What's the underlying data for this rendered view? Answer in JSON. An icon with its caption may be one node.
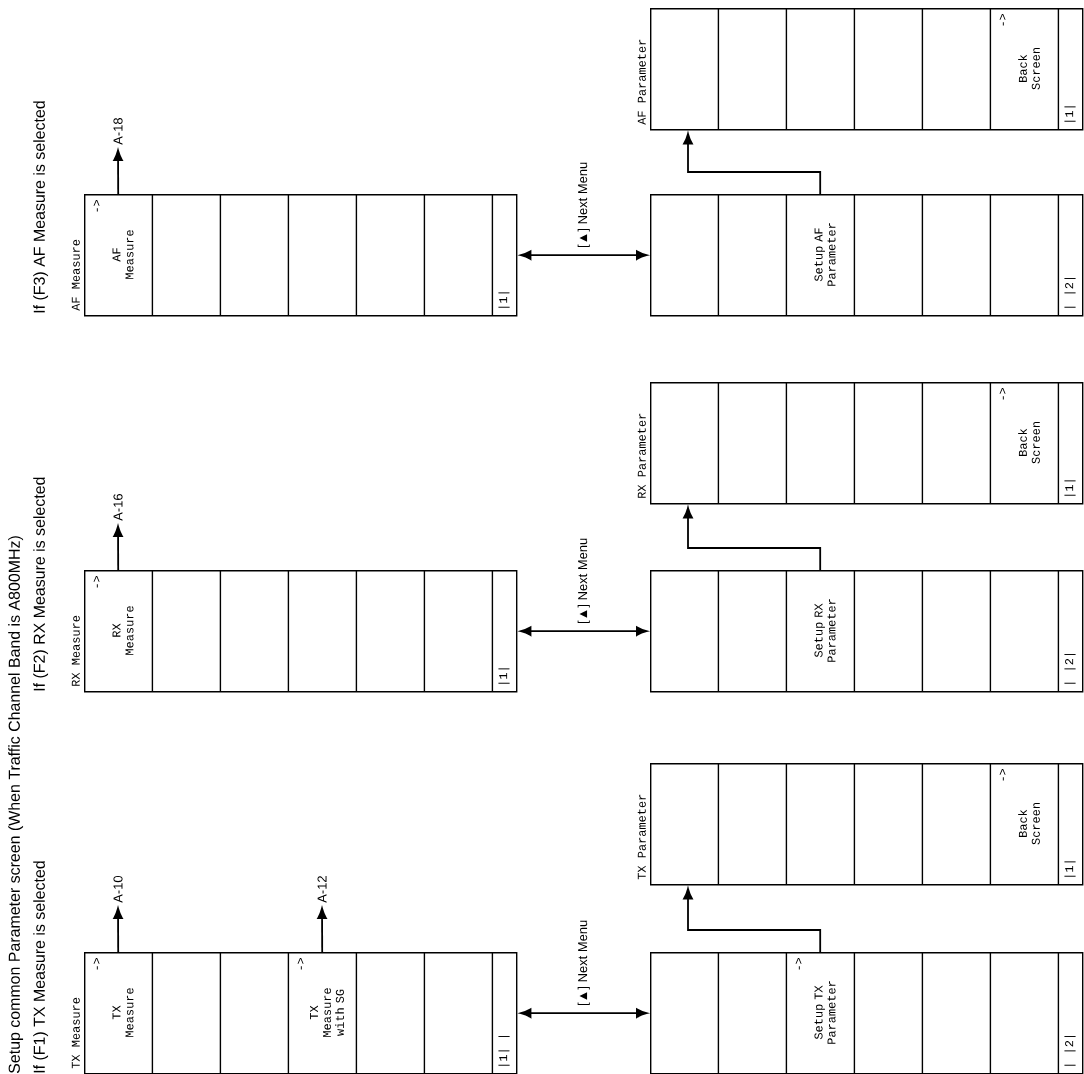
{
  "diagram": {
    "title": "Setup common Parameter screen (When Traffic Channel Band is A800MHz)",
    "nodes": [
      {
        "text": [
          "TX Measure"
        ]
      },
      {
        "text": [
          "->",
          "TX Measure"
        ],
        "in": 0
      },
      {
        "text": [],
        "shape": "box",
        "in": 0
      },
      {
        "text": [],
        "shape": "box",
        "in": 0
      },
      {
        "text": [
          "->",
          "TX Measure with SG"
        ],
        "in": 0
      },
      {
        "text": [],
        "shape": "box",
        "in": 0
      },
      {
        "text": [],
        "shape": "box",
        "in": 0
      },
      {
        "text": [
          "|1| |"
        ],
        "in": 0
      },
      {
        "text": [
          "A-10"
        ]
      },
      {
        "text": [
          "A-12"
        ]
      },
      {
        "text": [],
        "shape": "box"
      },
      {
        "text": [],
        "shape": "box",
        "in": 10
      },
      {
        "text": [],
        "shape": "box",
        "in": 10
      },
      {
        "text": [
          "->",
          "Setup TX Parameter"
        ],
        "in": 10
      },
      {
        "text": [],
        "shape": "box",
        "in": 10
      },
      {
        "text": [],
        "shape": "box",
        "in": 10
      },
      {
        "text": [],
        "shape": "box",
        "in": 10
      },
      {
        "text": [
          "| |2|"
        ],
        "in": 10
      },
      {
        "text": [
          "TX Parameter"
        ]
      },
      {
        "text": [],
        "shape": "box",
        "in": 18
      },
      {
        "text": [],
        "shape": "box",
        "in": 18
      },
      {
        "text": [],
        "shape": "box",
        "in": 18
      },
      {
        "text": [],
        "shape": "box",
        "in": 18
      },
      {
        "text": [],
        "shape": "box",
        "in": 18
      },
      {
        "text": [
          "->",
          "Back Screen"
        ],
        "in": 18
      },
      {
        "text": [
          "|1|"
        ],
        "in": 18
      },
      {
        "text": [
          "RX Measure"
        ]
      },
      {
        "text": [
          "->",
          "RX Measure"
        ],
        "in": 26
      },
      {
        "text": [],
        "shape": "box",
        "in": 26
      },
      {
        "text": [],
        "shape": "box",
        "in": 26
      },
      {
        "text": [],
        "shape": "box",
        "in": 26
      },
      {
        "text": [],
        "shape": "box",
        "in": 26
      },
      {
        "text": [],
        "shape": "box",
        "in": 26
      },
      {
        "text": [
          "|1|"
        ],
        "in": 26
      },
      {
        "text": [
          "A-16"
        ]
      },
      {
        "text": [],
        "shape": "box"
      },
      {
        "text": [],
        "shape": "box",
        "in": 35
      },
      {
        "text": [],
        "shape": "box",
        "in": 35
      },
      {
        "text": [
          "Setup RX Parameter"
        ],
        "in": 35
      },
      {
        "text": [],
        "shape": "box",
        "in": 35
      },
      {
        "text": [],
        "shape": "box",
        "in": 35
      },
      {
        "text": [],
        "shape": "box",
        "in": 35
      },
      {
        "text": [
          "| |2|"
        ],
        "in": 35
      },
      {
        "text": [
          "RX Parameter"
        ]
      },
      {
        "text": [],
        "shape": "box",
        "in": 43
      },
      {
        "text": [],
        "shape": "box",
        "in": 43
      },
      {
        "text": [],
        "shape": "box",
        "in": 43
      },
      {
        "text": [],
        "shape": "box",
        "in": 43
      },
      {
        "text": [],
        "shape": "box",
        "in": 43
      },
      {
        "text": [
          "->",
          "Back Screen"
        ],
        "in": 43
      },
      {
        "text": [
          "|1|"
        ],
        "in": 43
      },
      {
        "text": [
          "AF Measure"
        ]
      },
      {
        "text": [
          "->",
          "AF Measure"
        ],
        "in": 51
      },
      {
        "text": [],
        "shape": "box",
        "in": 51
      },
      {
        "text": [],
        "shape": "box",
        "in": 51
      },
      {
        "text": [],
        "shape": "box",
        "in": 51
      },
      {
        "text": [],
        "shape": "box",
        "in": 51
      },
      {
        "text": [],
        "shape": "box",
        "in": 51
      },
      {
        "text": [
          "|1|"
        ],
        "in": 51
      },
      {
        "text": [
          "A-18"
        ]
      },
      {
        "text": [],
        "shape": "box"
      },
      {
        "text": [],
        "shape": "box",
        "in": 60
      },
      {
        "text": [],
        "shape": "box",
        "in": 60
      },
      {
        "text": [
          "Setup AF Parameter"
        ],
        "in": 60
      },
      {
        "text": [],
        "shape": "box",
        "in": 60
      },
      {
        "text": [],
        "shape": "box",
        "in": 60
      },
      {
        "text": [],
        "shape": "box",
        "in": 60
      },
      {
        "text": [
          "| |2|"
        ],
        "in": 60
      },
      {
        "text": [
          "AF Parameter"
        ]
      },
      {
        "text": [],
        "shape": "box",
        "in": 68
      },
      {
        "text": [],
        "shape": "box",
        "in": 68
      },
      {
        "text": [],
        "shape": "box",
        "in": 68
      },
      {
        "text": [],
        "shape": "box",
        "in": 68
      },
      {
        "text": [],
        "shape": "box",
        "in": 68
      },
      {
        "text": [
          "->",
          "Back Screen"
        ],
        "in": 68
      },
      {
        "text": [
          "|1|"
        ],
        "in": 68
      }
    ],
    "edges": [
      {
        "from": 1,
        "to": 8,
        "arrow": "to"
      },
      {
        "from": 4,
        "to": 9,
        "arrow": "to"
      },
      {
        "from": 0,
        "to": 10,
        "arrow": "both",
        "label": "[▲] Next Menu"
      },
      {
        "from": 13,
        "to": 18,
        "arrow": "to"
      },
      {
        "from": 27,
        "to": 34,
        "arrow": "to"
      },
      {
        "from": 26,
        "to": 35,
        "arrow": "both",
        "label": "[▲] Next Menu"
      },
      {
        "from": 38,
        "to": 43,
        "arrow": "to"
      },
      {
        "from": 52,
        "to": 59,
        "arrow": "to"
      },
      {
        "from": 51,
        "to": 60,
        "arrow": "both",
        "label": "[▲] Next Menu"
      },
      {
        "from": 63,
        "to": 68,
        "arrow": "to"
      }
    ],
    "labels": [
      "If (F1) TX Measure is selected",
      "If (F2) RX Measure is selected",
      "If (F3) AF Measure is selected"
    ]
  }
}
